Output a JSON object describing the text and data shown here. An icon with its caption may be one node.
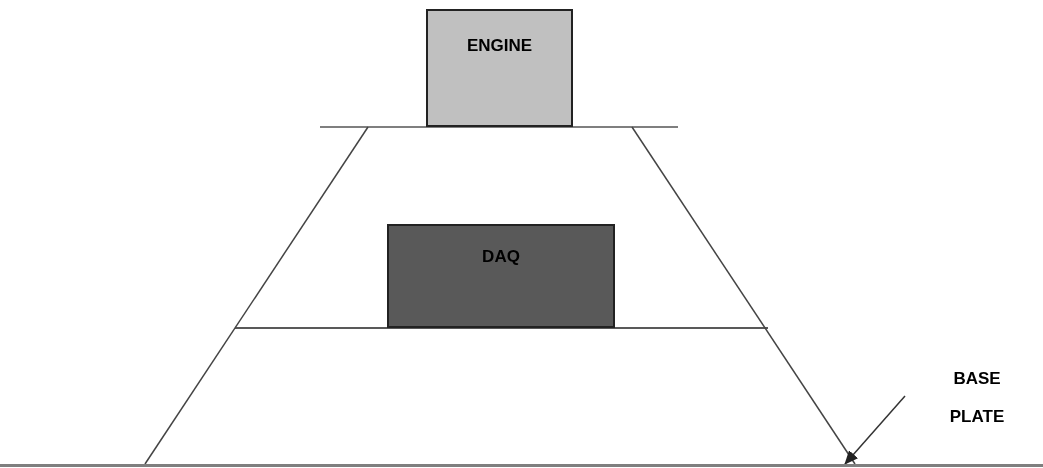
{
  "diagram": {
    "nodes": [
      {
        "text": [
          "ENGINE"
        ]
      },
      {
        "text": [
          "DAQ"
        ]
      },
      {
        "text": [
          "BASE PLATE"
        ]
      },
      {
        "text": [],
        "shape": "bar"
      }
    ],
    "edges": [
      {
        "from": 2,
        "to": 3,
        "arrow": "to"
      }
    ]
  }
}
